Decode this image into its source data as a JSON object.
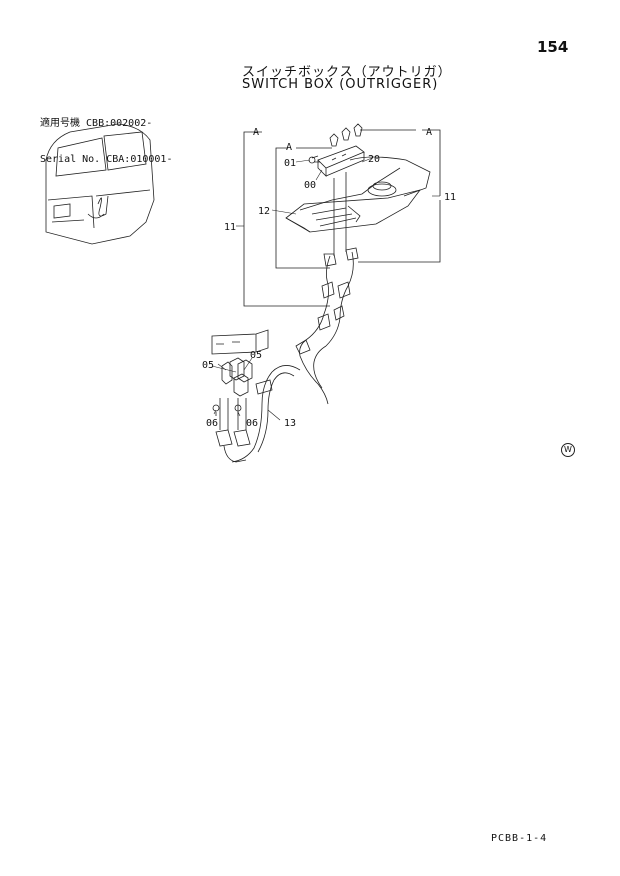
{
  "header": {
    "page_number": "154",
    "title_jp": "スイッチボックス（アウトリガ）",
    "title_en": "SWITCH BOX (OUTRIGGER)"
  },
  "applicability": {
    "line1_label": "適用号機",
    "line1_value": "CBB:002002-",
    "line2_label": "Serial No.",
    "line2_value": "CBA:010001-"
  },
  "callouts": {
    "a_left": "A",
    "a_right": "A",
    "a_inner": "A",
    "p01": "01",
    "p00": "00",
    "p20": "20",
    "p12": "12",
    "p11_left": "11",
    "p11_right": "11",
    "p05_left": "05",
    "p05_right": "05",
    "p06_left": "06",
    "p06_right": "06",
    "p13": "13"
  },
  "footer": {
    "code": "PCBB-1-4",
    "mark": "W"
  }
}
